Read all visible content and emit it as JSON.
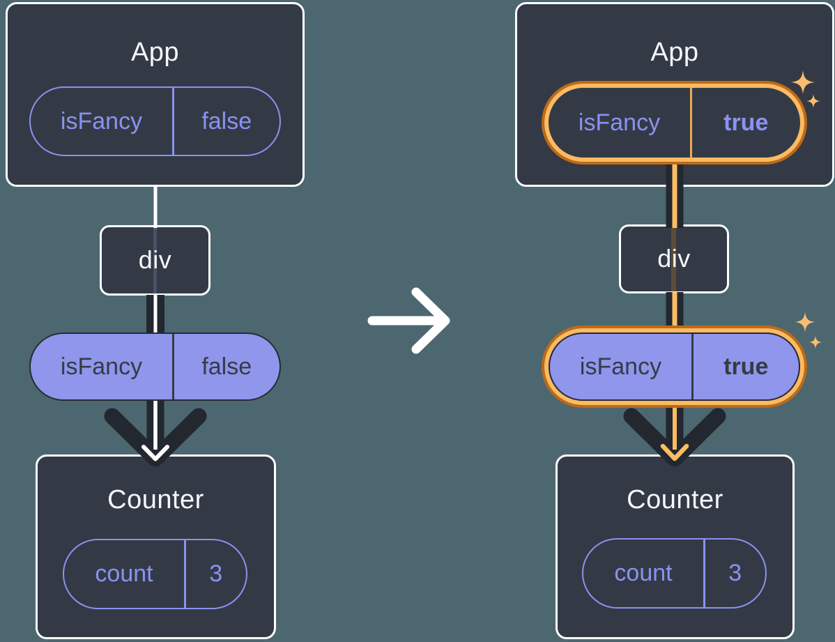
{
  "panels": {
    "before": {
      "app": {
        "title": "App",
        "prop": {
          "name": "isFancy",
          "value": "false"
        }
      },
      "div_node": {
        "label": "div"
      },
      "passed_prop": {
        "name": "isFancy",
        "value": "false"
      },
      "counter": {
        "title": "Counter",
        "state": {
          "name": "count",
          "value": "3"
        }
      }
    },
    "after": {
      "app": {
        "title": "App",
        "prop": {
          "name": "isFancy",
          "value": "true"
        }
      },
      "div_node": {
        "label": "div"
      },
      "passed_prop": {
        "name": "isFancy",
        "value": "true"
      },
      "counter": {
        "title": "Counter",
        "state": {
          "name": "count",
          "value": "3"
        }
      }
    }
  },
  "transition": {
    "icon": "right-arrow"
  },
  "colors": {
    "background": "#4C6770",
    "node_fill": "#333A46",
    "node_border": "#FFFFFF",
    "ink_dark": "#23272F",
    "purple": "#8A92F0",
    "purple_fill": "#8F96EC",
    "orange_light": "#FCBA62",
    "orange_dark": "#BC6B16",
    "orange_arrow": "#FBBD63",
    "sparkle": "#FABD6E"
  }
}
